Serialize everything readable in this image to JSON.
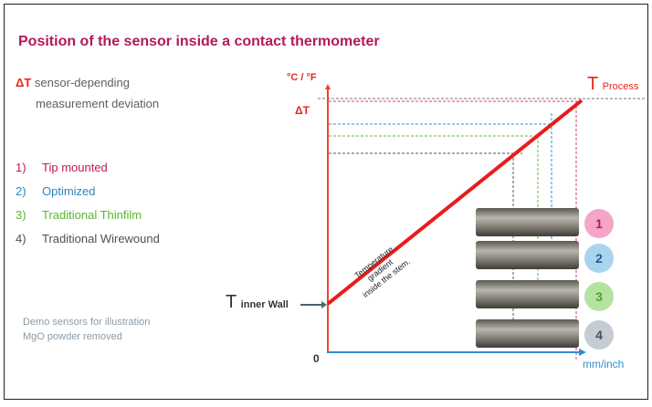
{
  "title": "Position of the sensor inside a contact thermometer",
  "delta_note": {
    "symbol": "ΔT",
    "line1": "sensor-depending",
    "line2": "measurement deviation"
  },
  "legend": [
    {
      "num": "1)",
      "label": "Tip mounted",
      "color": "#c2185b"
    },
    {
      "num": "2)",
      "label": "Optimized",
      "color": "#2e86c1"
    },
    {
      "num": "3)",
      "label": "Traditional Thinfilm",
      "color": "#5cb531"
    },
    {
      "num": "4)",
      "label": "Traditional Wirewound",
      "color": "#4a5058"
    }
  ],
  "demo_note": {
    "line1": "Demo sensors for illustration",
    "line2": "MgO powder removed"
  },
  "axes": {
    "y_label": "°C / °F",
    "x_label": "mm/inch",
    "origin": "0",
    "delta_t": "ΔT"
  },
  "t_process": {
    "t": "T",
    "sub": "Process"
  },
  "t_inner": {
    "t": "T",
    "sub": "inner Wall"
  },
  "gradient": {
    "line1": "Temperature",
    "line2": "gradient",
    "line3": "inside the stem."
  },
  "sensors": [
    {
      "num": "1",
      "bg": "#f5a6c8",
      "fg": "#b0185a"
    },
    {
      "num": "2",
      "bg": "#a9d4ee",
      "fg": "#1d5f8f"
    },
    {
      "num": "3",
      "bg": "#b4e3a0",
      "fg": "#4aa52a"
    },
    {
      "num": "4",
      "bg": "#c5ccd3",
      "fg": "#4a5058"
    }
  ]
}
